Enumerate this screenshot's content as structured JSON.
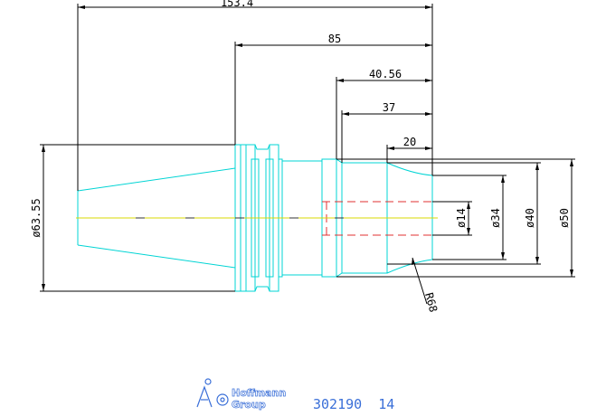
{
  "colors": {
    "contour": "#00d4d4",
    "dimension": "#000000",
    "centerline": "#d8d800",
    "hidden": "#e03030",
    "brand": "#3a6fd8"
  },
  "dimensions": {
    "len_total": "153.4",
    "len_85": "85",
    "len_40_56": "40.56",
    "len_37": "37",
    "len_20": "20",
    "dia_63_55": "ø63.55",
    "dia_14": "ø14",
    "dia_34": "ø34",
    "dia_40": "ø40",
    "dia_50": "ø50",
    "radius": "R68"
  },
  "branding": {
    "brand_line1": "Hoffmann",
    "brand_line2": "Group",
    "part_number": "302190  14"
  }
}
